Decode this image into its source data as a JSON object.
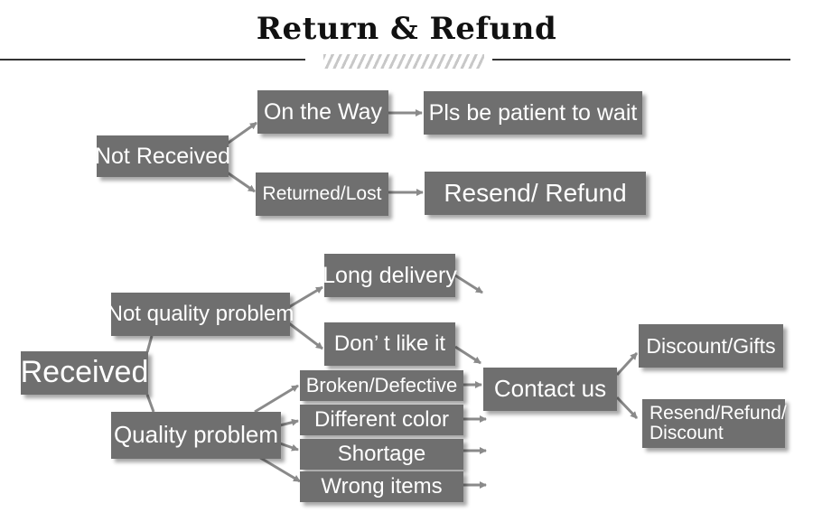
{
  "title": "Return & Refund",
  "nodes": {
    "not_received": "Not Received",
    "on_the_way": "On the Way",
    "be_patient": "Pls be patient to wait",
    "returned_lost": "Returned/Lost",
    "resend_refund": "Resend/ Refund",
    "received": "Received",
    "not_quality_problem": "Not quality problem",
    "long_delivery": "Long delivery",
    "dont_like_it": "Don’ t like it",
    "quality_problem": "Quality problem",
    "broken_defective": "Broken/Defective",
    "different_color": "Different color",
    "shortage": "Shortage",
    "wrong_items": "Wrong items",
    "contact_us": "Contact us",
    "discount_gifts": "Discount/Gifts",
    "resend_refund_discount": "Resend/Refund/ Discount"
  },
  "colors": {
    "box": "#6f6f6f",
    "text": "#ffffff",
    "arrow": "#8a8a8a"
  }
}
